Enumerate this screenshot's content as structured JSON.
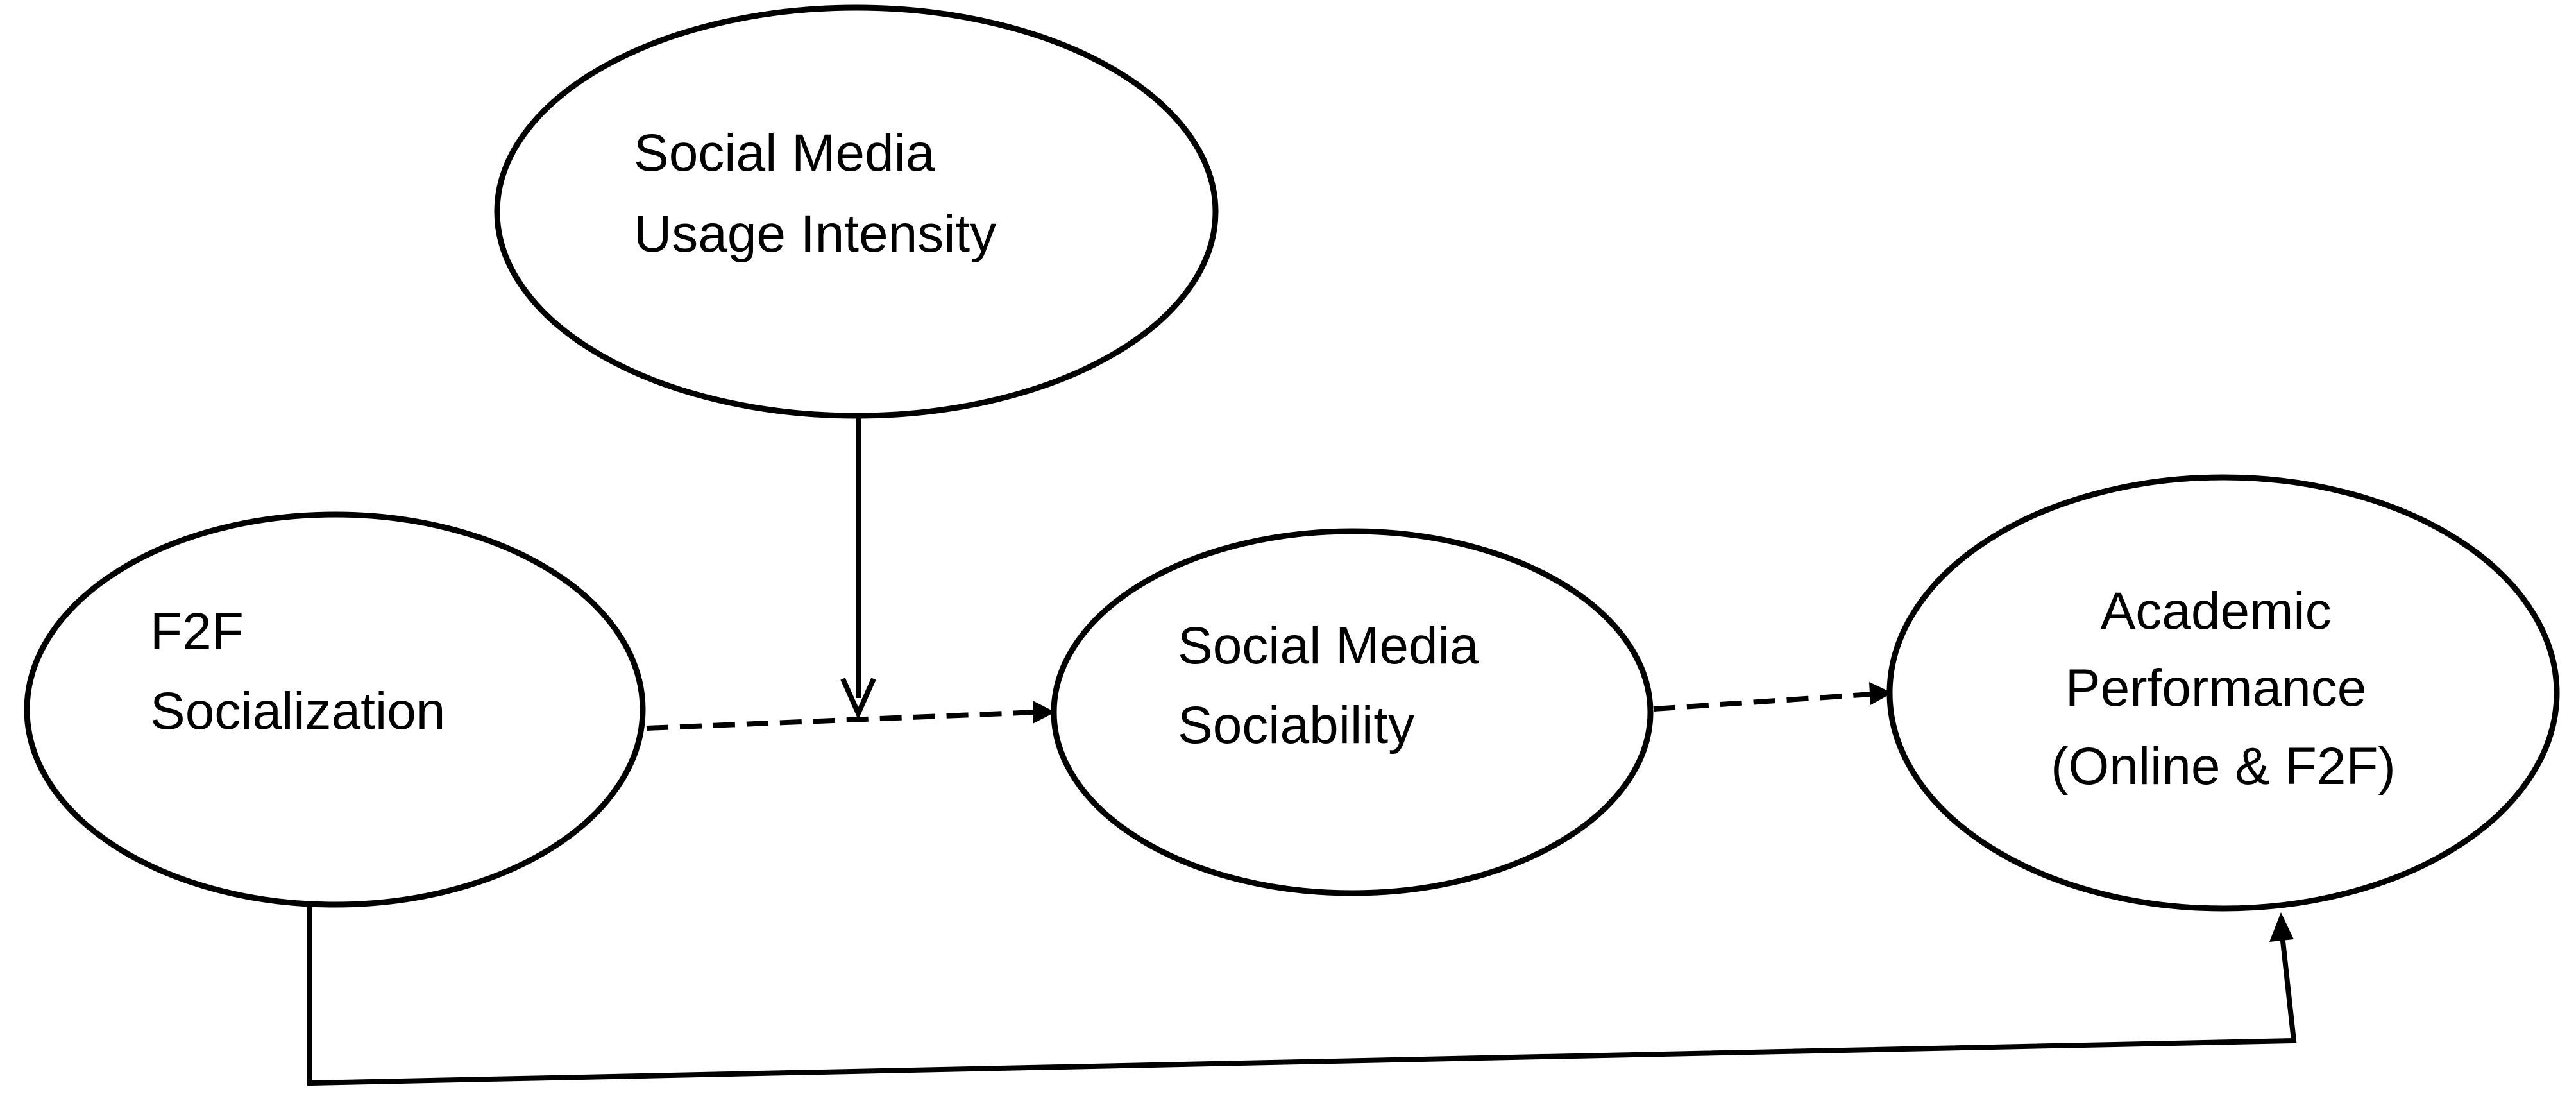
{
  "diagram": {
    "nodes": {
      "usage_intensity": {
        "lines": [
          "Social Media",
          "Usage Intensity"
        ]
      },
      "f2f_socialization": {
        "lines": [
          "F2F",
          "Socialization"
        ]
      },
      "sociability": {
        "lines": [
          "Social Media",
          "Sociability"
        ]
      },
      "academic_performance": {
        "lines": [
          "Academic",
          "Performance",
          "(Online & F2F)"
        ]
      }
    },
    "edges": [
      {
        "from": "f2f_socialization",
        "to": "sociability",
        "style": "dashed"
      },
      {
        "from": "sociability",
        "to": "academic_performance",
        "style": "dashed"
      },
      {
        "from": "usage_intensity",
        "to": "f2f_socialization-sociability path",
        "style": "solid"
      },
      {
        "from": "f2f_socialization",
        "to": "academic_performance",
        "style": "solid"
      }
    ],
    "colors": {
      "stroke": "#000000",
      "background": "#ffffff"
    }
  }
}
